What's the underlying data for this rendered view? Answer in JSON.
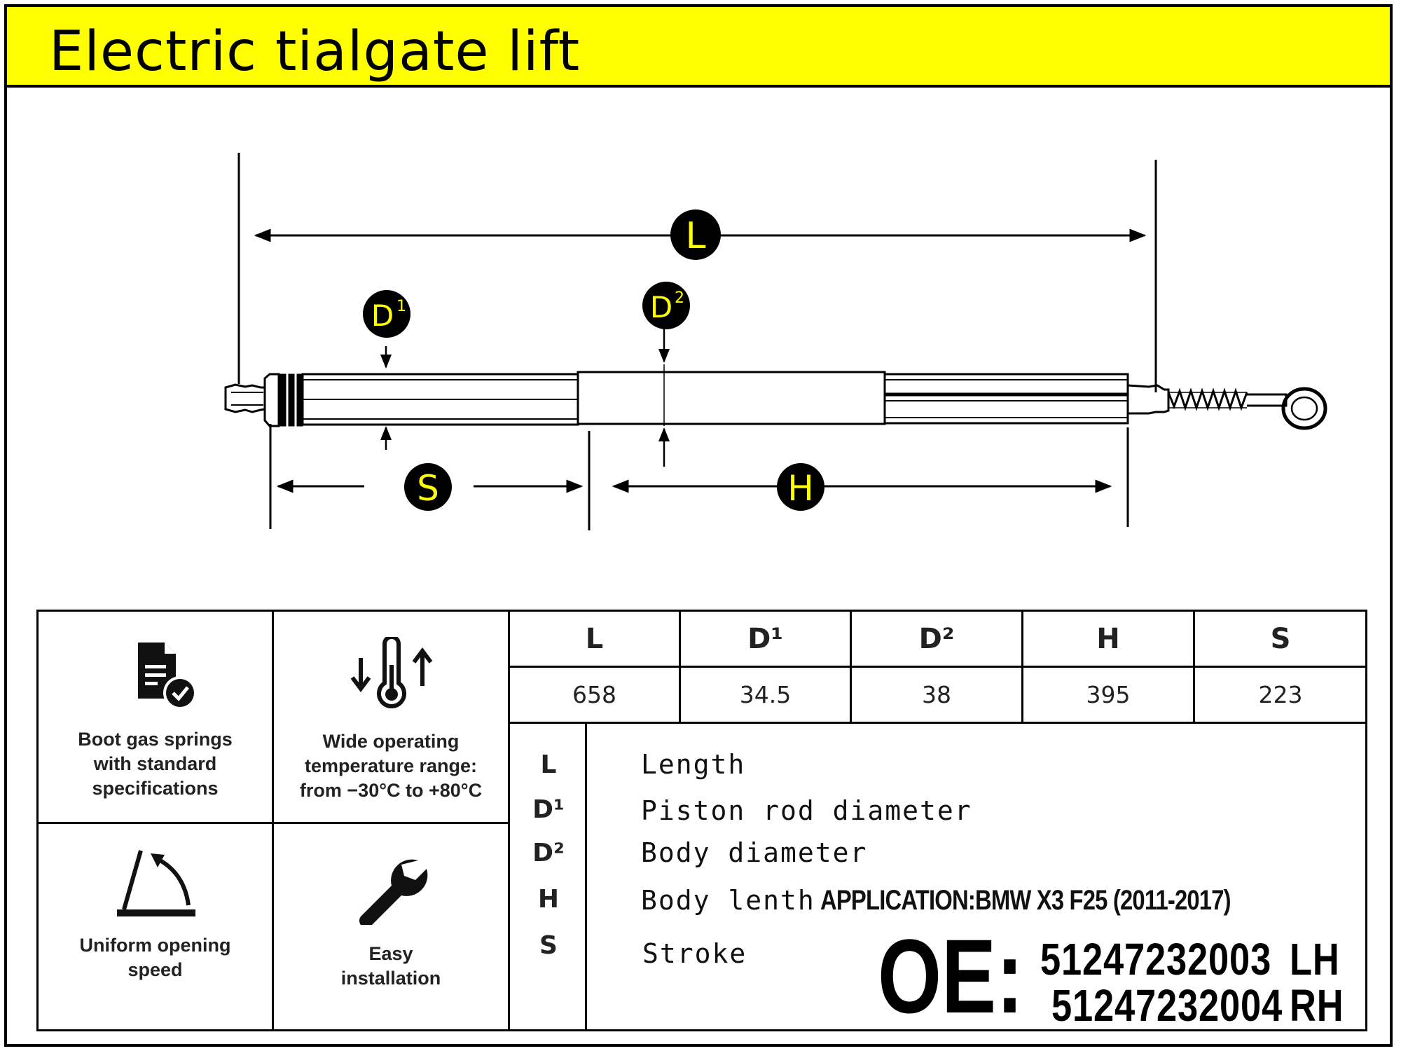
{
  "header": {
    "title": "Electric tialgate lift"
  },
  "dimension_labels": {
    "L": "L",
    "D1": "D",
    "D1_sup": "1",
    "D2": "D",
    "D2_sup": "2",
    "S": "S",
    "H": "H"
  },
  "features": [
    {
      "icon": "document-check-icon",
      "label": "Boot gas springs\nwith standard\nspecifications"
    },
    {
      "icon": "thermometer-arrows-icon",
      "label": "Wide operating\ntemperature range:\nfrom −30°C to +80°C"
    },
    {
      "icon": "opening-angle-icon",
      "label": "Uniform opening\nspeed"
    },
    {
      "icon": "wrench-icon",
      "label": "Easy\ninstallation"
    }
  ],
  "spec_table": {
    "headers": [
      "L",
      "D¹",
      "D²",
      "H",
      "S"
    ],
    "values": [
      "658",
      "34.5",
      "38",
      "395",
      "223"
    ]
  },
  "legend": [
    {
      "symbol": "L",
      "description": "Length"
    },
    {
      "symbol": "D¹",
      "description": "Piston rod diameter"
    },
    {
      "symbol": "D²",
      "description": "Body diameter"
    },
    {
      "symbol": "H",
      "description": "Body lenth"
    },
    {
      "symbol": "S",
      "description": "Stroke"
    }
  ],
  "application": "APPLICATION:BMW X3 F25 (2011-2017)",
  "oe": {
    "label": "OE:",
    "numbers": [
      {
        "number": "51247232003",
        "side": "LH"
      },
      {
        "number": "51247232004",
        "side": "RH"
      }
    ]
  },
  "colors": {
    "header_bg": "#ffff00",
    "label_text": "#ffff00",
    "label_badge": "#000000"
  }
}
